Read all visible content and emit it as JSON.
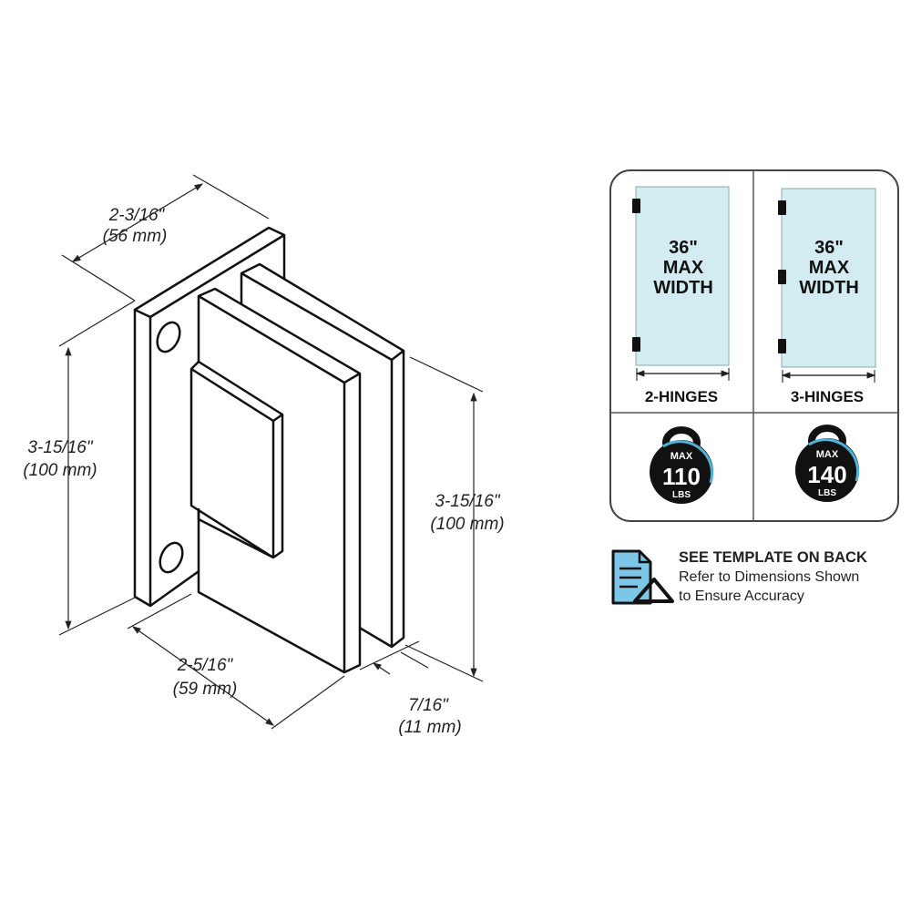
{
  "dimensions": {
    "top_width": {
      "in": "2-3/16\"",
      "mm": "(56 mm)"
    },
    "left_height": {
      "in": "3-15/16\"",
      "mm": "(100 mm)"
    },
    "right_height": {
      "in": "3-15/16\"",
      "mm": "(100 mm)"
    },
    "bottom_width": {
      "in": "2-5/16\"",
      "mm": "(59 mm)"
    },
    "thickness": {
      "in": "7/16\"",
      "mm": "(11 mm)"
    }
  },
  "specs": {
    "panels": [
      {
        "width_line1": "36\"",
        "width_line2": "MAX",
        "width_line3": "WIDTH",
        "hinges": "2-HINGES",
        "weight_max": "MAX",
        "weight_value": "110",
        "weight_unit": "LBS"
      },
      {
        "width_line1": "36\"",
        "width_line2": "MAX",
        "width_line3": "WIDTH",
        "hinges": "3-HINGES",
        "weight_max": "MAX",
        "weight_value": "140",
        "weight_unit": "LBS"
      }
    ]
  },
  "note": {
    "title": "SEE TEMPLATE ON BACK",
    "line1": "Refer to Dimensions Shown",
    "line2": "to Ensure Accuracy"
  },
  "colors": {
    "glass": "#d3ecf1",
    "accent": "#4fb3d9",
    "ink": "#111111"
  }
}
